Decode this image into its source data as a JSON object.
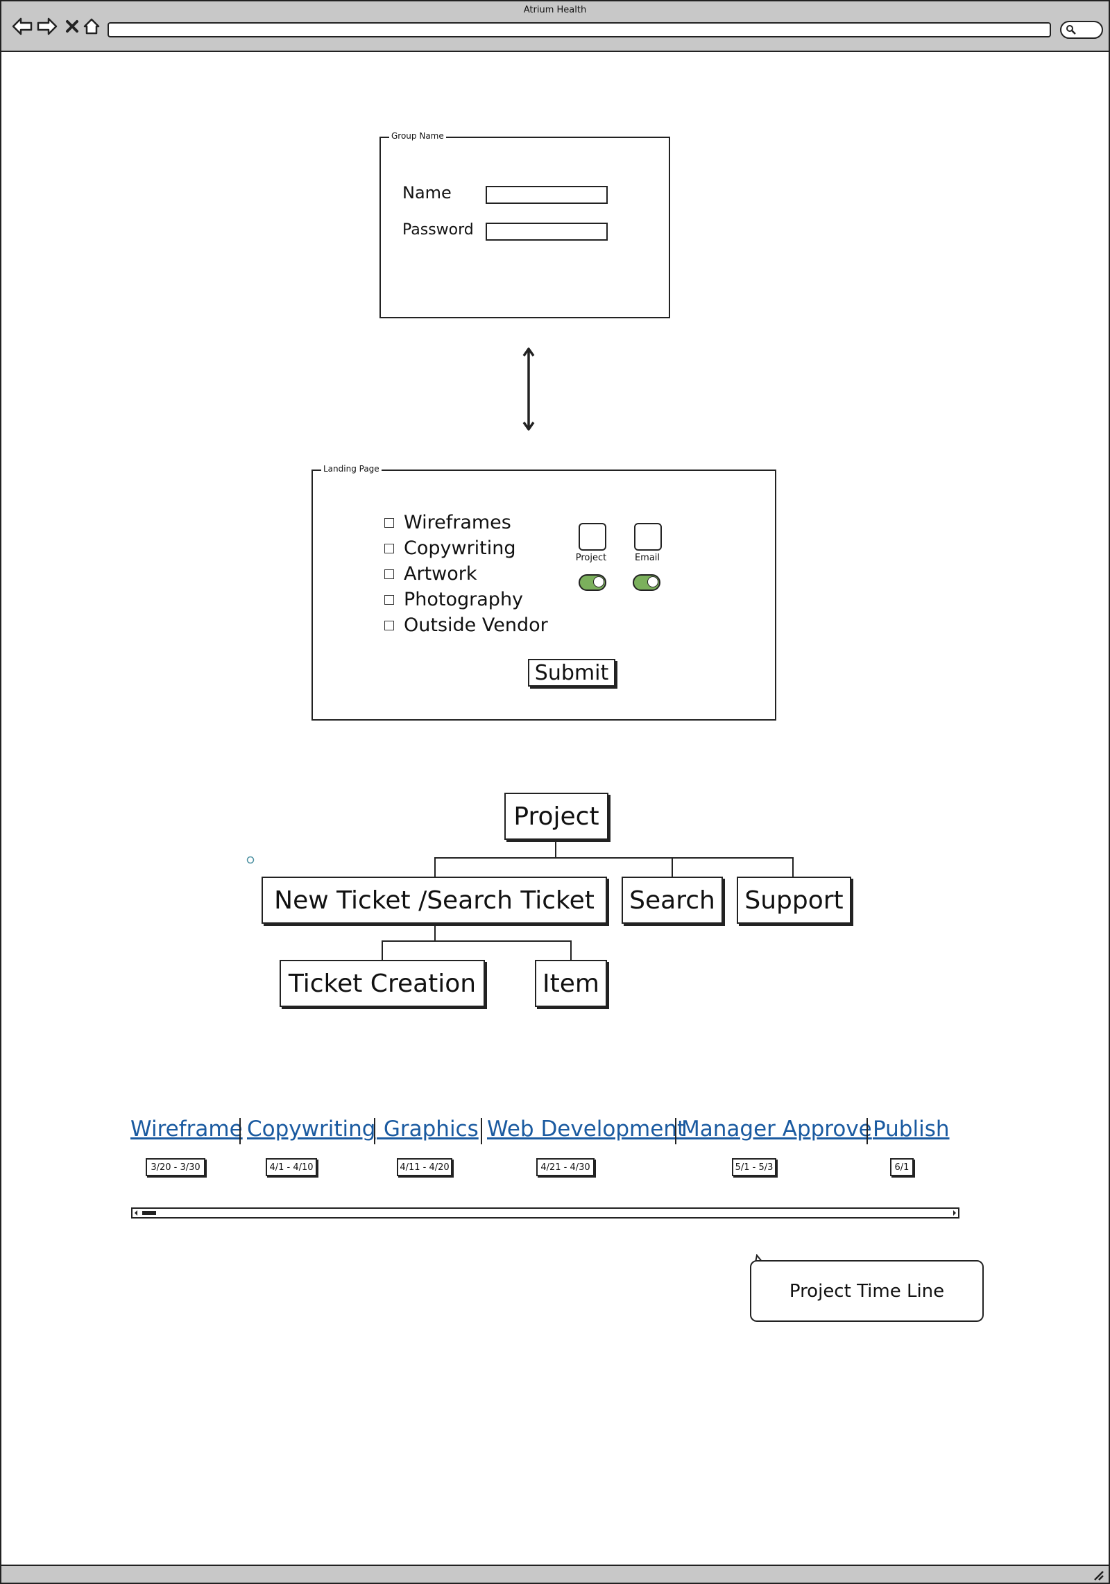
{
  "window": {
    "title": "Atrium Health"
  },
  "login": {
    "legend": "Group Name",
    "name_label": "Name",
    "password_label": "Password",
    "name_value": "",
    "password_value": ""
  },
  "landing": {
    "legend": "Landing Page",
    "checkboxes": [
      {
        "label": "Wireframes",
        "checked": false
      },
      {
        "label": "Copywriting",
        "checked": false
      },
      {
        "label": "Artwork",
        "checked": false
      },
      {
        "label": "Photography",
        "checked": false
      },
      {
        "label": "Outside Vendor",
        "checked": false
      }
    ],
    "options": [
      {
        "label": "Project",
        "toggle_on": true
      },
      {
        "label": "Email",
        "toggle_on": true
      }
    ],
    "submit_label": "Submit",
    "toggle_color": "#7bb05c"
  },
  "tree": {
    "root": "Project",
    "level1": [
      "New Ticket /Search Ticket",
      "Search",
      "Support"
    ],
    "level2": [
      "Ticket Creation",
      "Item"
    ]
  },
  "timeline": {
    "links": [
      "Wireframe",
      "Copywriting",
      " Graphics",
      "Web Development",
      "Manager Approve",
      "Publish"
    ],
    "dates": [
      "3/20 - 3/30",
      "4/1 - 4/10",
      "4/11 - 4/20",
      "4/21 - 4/30",
      "5/1 - 5/3",
      "6/1"
    ],
    "link_color": "#1a5aa0",
    "callout": "Project Time Line"
  }
}
